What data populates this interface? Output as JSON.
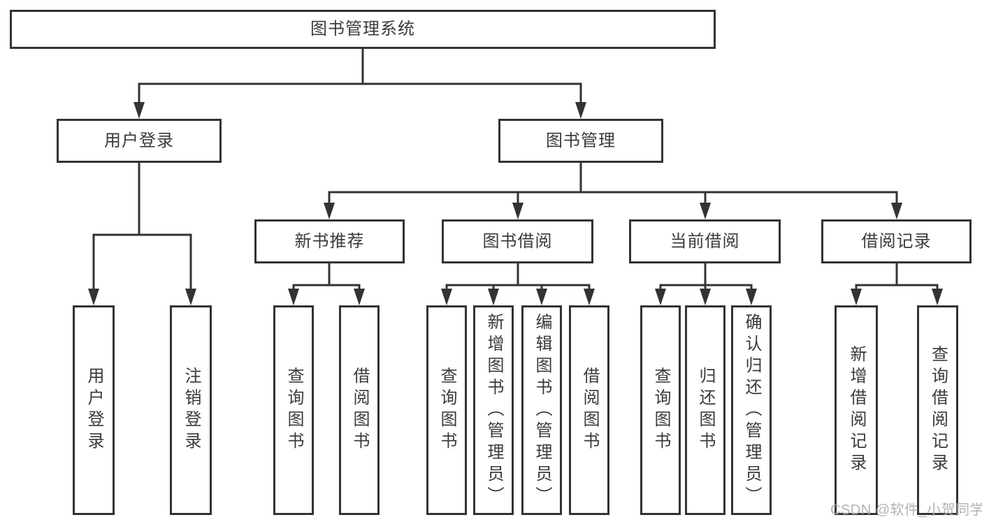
{
  "tree": {
    "root": {
      "label": "图书管理系统"
    },
    "branches": [
      {
        "label": "用户登录",
        "children": [
          {
            "label": "用户登录"
          },
          {
            "label": "注销登录"
          }
        ]
      },
      {
        "label": "图书管理",
        "children": [
          {
            "label": "新书推荐",
            "children": [
              {
                "label": "查询图书"
              },
              {
                "label": "借阅图书"
              }
            ]
          },
          {
            "label": "图书借阅",
            "children": [
              {
                "label": "查询图书"
              },
              {
                "label": "新增图书（管理员）"
              },
              {
                "label": "编辑图书（管理员）"
              },
              {
                "label": "借阅图书"
              }
            ]
          },
          {
            "label": "当前借阅",
            "children": [
              {
                "label": "查询图书"
              },
              {
                "label": "归还图书"
              },
              {
                "label": "确认归还（管理员）"
              }
            ]
          },
          {
            "label": "借阅记录",
            "children": [
              {
                "label": "新增借阅记录"
              },
              {
                "label": "查询借阅记录"
              }
            ]
          }
        ]
      }
    ]
  },
  "watermark": {
    "text": "CSDN @软件_小贺同学"
  },
  "colors": {
    "line": "#333333",
    "text": "#3a3a3a",
    "watermark": "#adadad",
    "background": "#ffffff"
  }
}
